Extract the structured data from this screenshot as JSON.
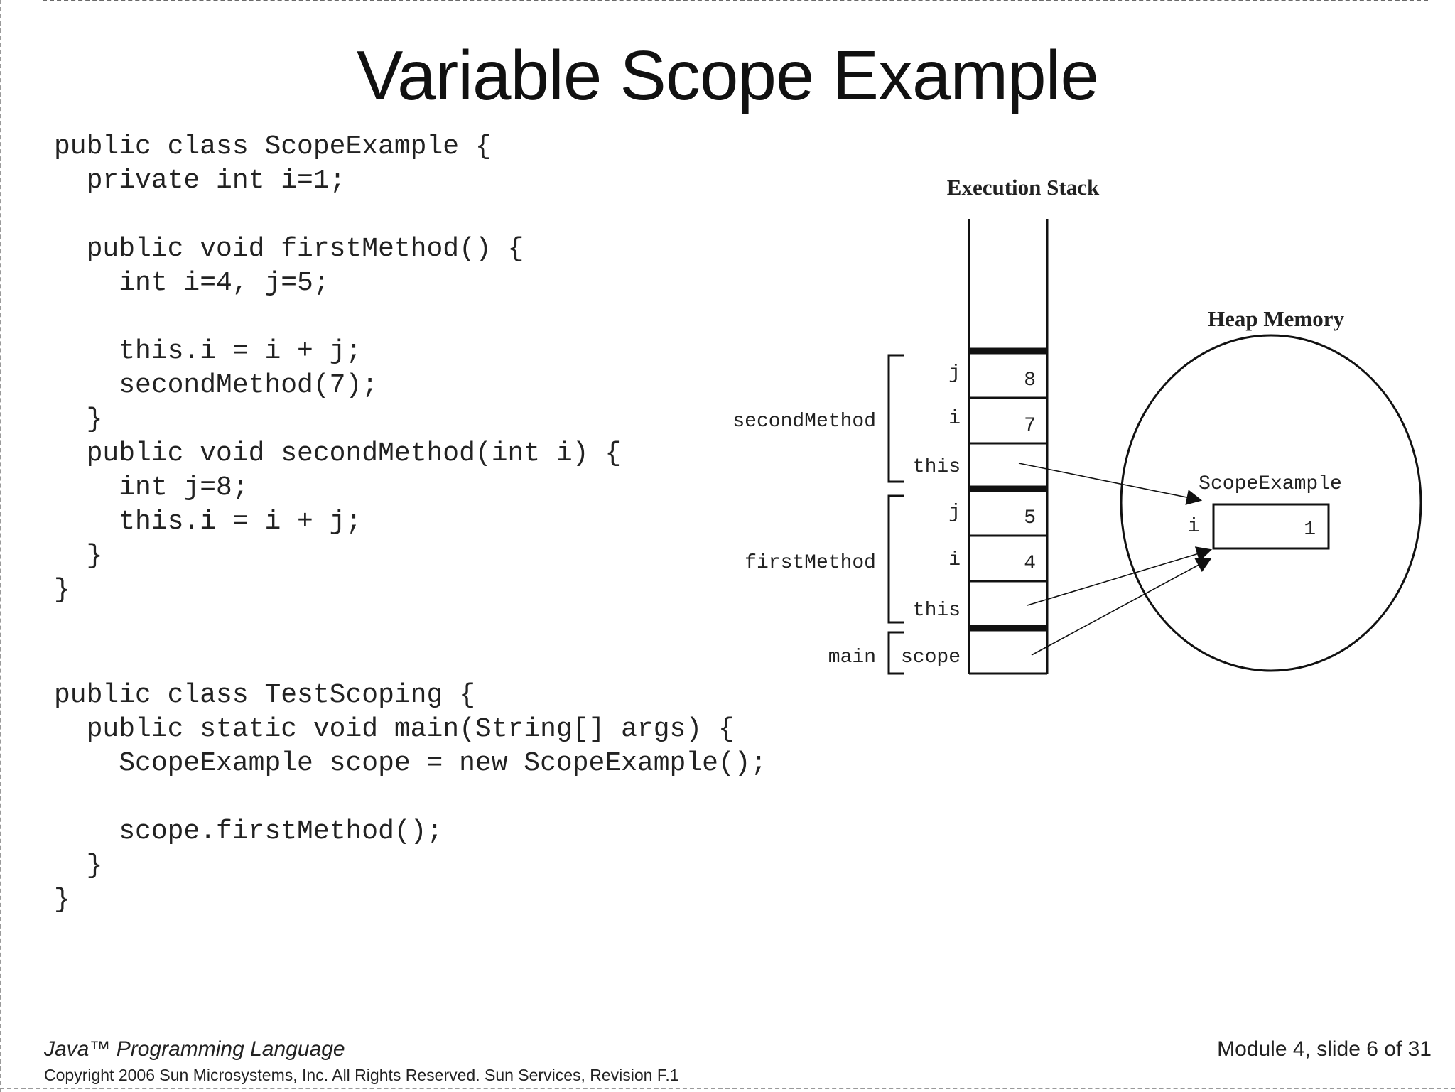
{
  "slide": {
    "title": "Variable Scope Example"
  },
  "code": {
    "scope_example": [
      "public class ScopeExample {",
      "  private int i=1;",
      "",
      "  public void firstMethod() {",
      "    int i=4, j=5;",
      "",
      "    this.i = i + j;",
      "    secondMethod(7);",
      "  }",
      "  public void secondMethod(int i) {",
      "    int j=8;",
      "    this.i = i + j;",
      "  }",
      "}"
    ],
    "test_scoping": [
      "public class TestScoping {",
      "  public static void main(String[] args) {",
      "    ScopeExample scope = new ScopeExample();",
      "",
      "    scope.firstMethod();",
      "  }",
      "}"
    ]
  },
  "diagram": {
    "stack_title": "Execution Stack",
    "heap_title": "Heap Memory",
    "frames": [
      {
        "name": "secondMethod",
        "slots": [
          {
            "var": "j",
            "value": "8"
          },
          {
            "var": "i",
            "value": "7"
          },
          {
            "var": "this",
            "value": ""
          }
        ]
      },
      {
        "name": "firstMethod",
        "slots": [
          {
            "var": "j",
            "value": "5"
          },
          {
            "var": "i",
            "value": "4"
          },
          {
            "var": "this",
            "value": ""
          }
        ]
      },
      {
        "name": "main",
        "slots": [
          {
            "var": "scope",
            "value": ""
          }
        ]
      }
    ],
    "heap_object": {
      "class_name": "ScopeExample",
      "field": "i",
      "value": "1"
    }
  },
  "footer": {
    "course": "Java™ Programming Language",
    "copyright": "Copyright 2006 Sun Microsystems, Inc. All Rights Reserved. Sun Services, Revision F.1",
    "slide_number": "Module 4, slide 6 of 31"
  }
}
